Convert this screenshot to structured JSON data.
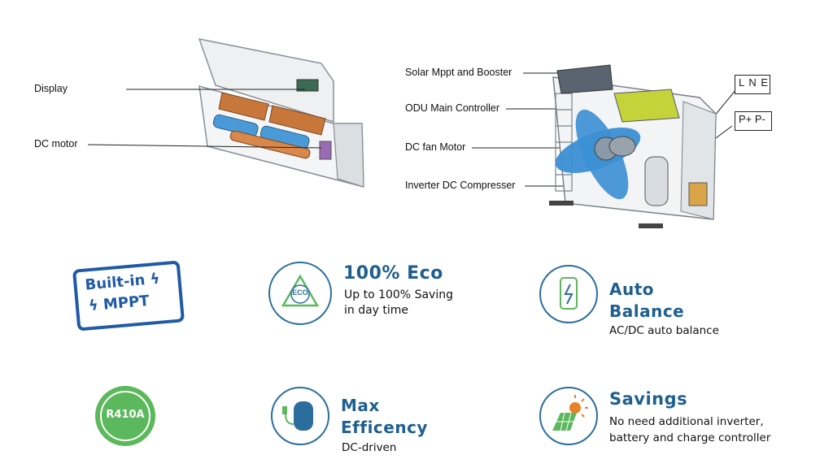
{
  "indoor": {
    "labels": {
      "display": "Display",
      "dc_motor": "DC motor"
    }
  },
  "outdoor": {
    "labels": {
      "solar": "Solar Mppt and Booster",
      "odu": "ODU Main Controller",
      "fan": "DC fan Motor",
      "compressor": "Inverter DC Compresser"
    },
    "terminals": {
      "lne": "L N E",
      "pm": "P+ P-"
    }
  },
  "badges": {
    "mppt": {
      "line1": "Built-in",
      "line2": "MPPT"
    },
    "r410a": "R410A",
    "eco_icon_text": "ECO"
  },
  "features": {
    "eco": {
      "title": "100% Eco",
      "line1": "Up to 100% Saving",
      "line2": "in day time"
    },
    "balance": {
      "title1": "Auto",
      "title2": "Balance",
      "sub": "AC/DC auto balance"
    },
    "efficiency": {
      "title1": "Max",
      "title2": "Efficency",
      "sub": "DC-driven"
    },
    "savings": {
      "title": "Savings",
      "line1": "No need additional inverter,",
      "line2": "battery and charge controller"
    }
  },
  "colors": {
    "accent": "#1f5f8f",
    "badge_blue": "#1f5aa6",
    "green": "#5cb85c",
    "fan_blue": "#3b8fd4",
    "copper": "#c8773a"
  }
}
